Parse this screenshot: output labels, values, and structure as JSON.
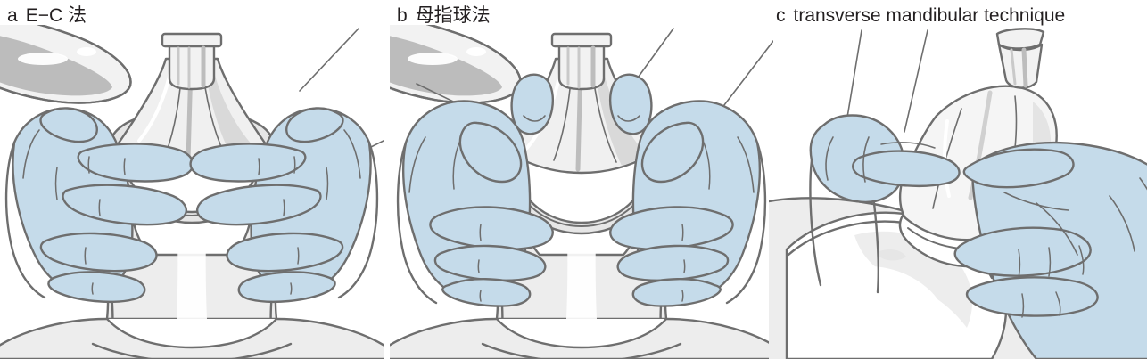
{
  "figure": {
    "title": "Mask ventilation hand techniques",
    "background_color": "#ffffff",
    "panel_count": 3
  },
  "style": {
    "outline_color": "#6e6e6e",
    "outline_dark_color": "#595650",
    "glove_color": "#c5dbea",
    "glove_shadow_color": "#aec9dd",
    "skin_mask_color": "#ffffff",
    "mask_shade_color": "#e6e6e6",
    "mask_dark_shade_color": "#bdbdbd",
    "body_color": "#ededed",
    "head_shade_color": "#b3b3b3",
    "panel_c_bg_color": "#ededed",
    "text_color": "#231f20"
  },
  "panels": [
    {
      "id": "a",
      "letter": "a",
      "label": "E−C 法",
      "technique": "E-C clamp one-handed/two-handed mask hold",
      "view": "frontal, from the head of the bed",
      "elements": [
        "anesthesia mask",
        "mask connector port",
        "blue examination gloves",
        "patient head",
        "patient ears",
        "patient neck",
        "patient gown collar",
        "leader line"
      ]
    },
    {
      "id": "b",
      "letter": "b",
      "label": "母指球法",
      "technique": "thenar eminence (thumb ball) technique",
      "view": "frontal, from the head of the bed",
      "elements": [
        "anesthesia mask",
        "mask connector port",
        "blue examination gloves",
        "patient head",
        "patient ears",
        "patient neck",
        "patient gown collar",
        "leader line"
      ]
    },
    {
      "id": "c",
      "letter": "c",
      "label": "transverse mandibular technique",
      "technique": "transverse mandibular technique",
      "view": "oblique close-up of jaw and mask",
      "elements": [
        "anesthesia mask",
        "mask connector port",
        "blue examination gloves",
        "patient jaw",
        "patient chin",
        "leader line"
      ]
    }
  ]
}
